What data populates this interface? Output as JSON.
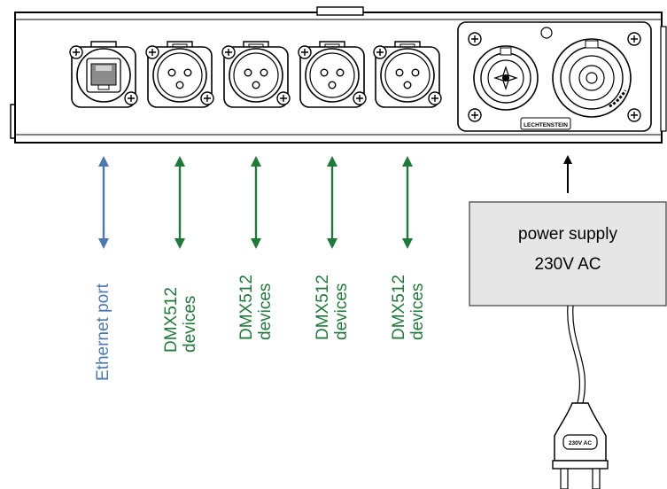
{
  "labels": {
    "ethernet": "Ethernet port",
    "dmx_line1": "DMX512",
    "dmx_line2": "devices",
    "psu_line1": "power supply",
    "psu_line2": "230V AC",
    "panel_brand": "LECHTENSTEIN",
    "plug_text": "230V AC"
  },
  "colors": {
    "ethernet_arrow": "#4a79ad",
    "dmx_arrow": "#1f7a3a",
    "power_arrow": "#000000",
    "psu_fill": "#e6e6e6",
    "psu_border": "#555555",
    "outline": "#000000"
  },
  "icons": {
    "ethernet_connector": "rj45-ethercon-icon",
    "dmx_connector": "xlr-3pin-female-icon",
    "power_in": "powercon-in-icon",
    "power_out": "powercon-out-icon",
    "screw": "screw-icon",
    "plug": "euro-plug-icon"
  }
}
